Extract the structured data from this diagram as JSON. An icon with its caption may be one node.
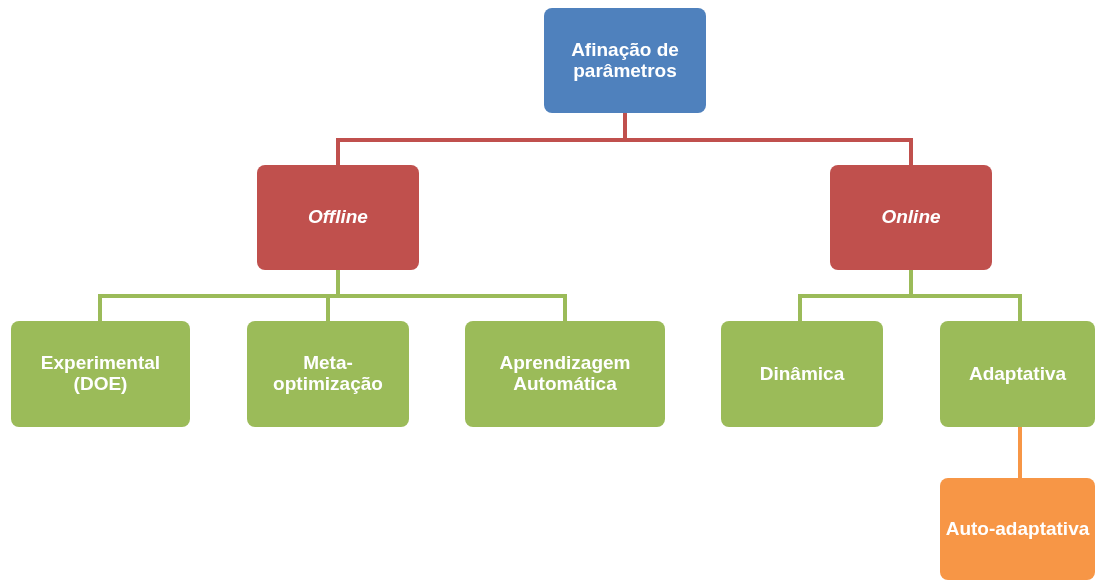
{
  "diagram": {
    "nodes": [
      {
        "text": [
          "Afinação de parâmetros"
        ]
      },
      {
        "text": [
          "Offline"
        ]
      },
      {
        "text": [
          "Online"
        ]
      },
      {
        "text": [
          "Experimental (DOE)"
        ]
      },
      {
        "text": [
          "Meta-optimização"
        ]
      },
      {
        "text": [
          "Aprendizagem Automática"
        ]
      },
      {
        "text": [
          "Dinâmica"
        ]
      },
      {
        "text": [
          "Adaptativa"
        ]
      },
      {
        "text": [
          "Auto-adaptativa"
        ]
      }
    ],
    "edges": [
      {
        "from": 0,
        "to": 1,
        "arrow": "none",
        "color": "#c0504d"
      },
      {
        "from": 0,
        "to": 2,
        "arrow": "none",
        "color": "#c0504d"
      },
      {
        "from": 1,
        "to": 3,
        "arrow": "none"
      },
      {
        "from": 1,
        "to": 4,
        "arrow": "none"
      },
      {
        "from": 1,
        "to": 5,
        "arrow": "none"
      },
      {
        "from": 2,
        "to": 6,
        "arrow": "none"
      },
      {
        "from": 2,
        "to": 7,
        "arrow": "none"
      },
      {
        "from": 7,
        "to": 8,
        "arrow": "none",
        "color": "#f79646"
      }
    ]
  }
}
